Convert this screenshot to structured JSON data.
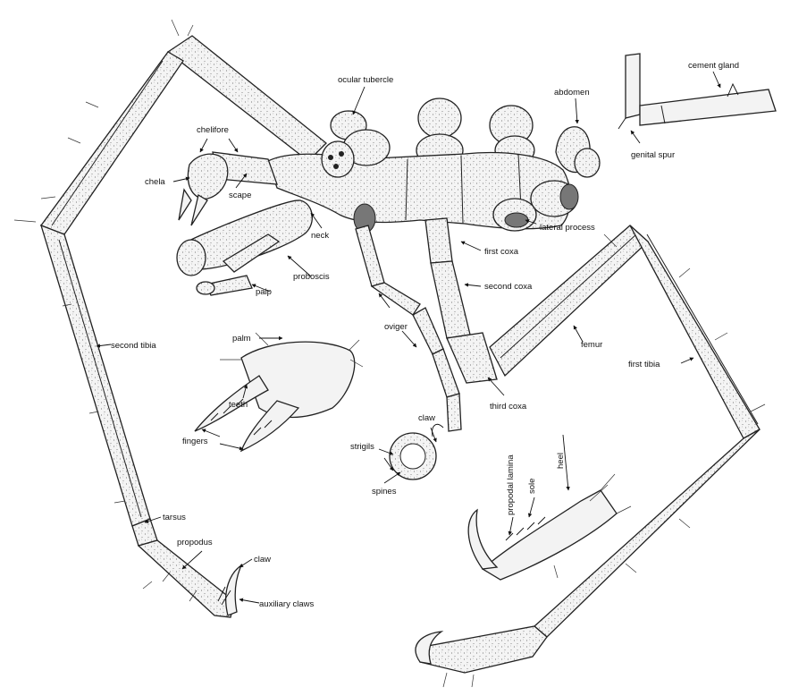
{
  "figure": {
    "labels": {
      "ocular_tubercle": "ocular tubercle",
      "abdomen": "abdomen",
      "cement_gland": "cement gland",
      "genital_spur": "genital spur",
      "chelifore": "chelifore",
      "chela": "chela",
      "scape": "scape",
      "lateral_process": "lateral process",
      "neck": "neck",
      "first_coxa": "first coxa",
      "proboscis": "proboscis",
      "palp": "palp",
      "second_coxa": "second coxa",
      "oviger": "oviger",
      "femur": "femur",
      "second_tibia": "second tibia",
      "palm": "palm",
      "first_tibia": "first tibia",
      "third_coxa": "third coxa",
      "teeth": "teeth",
      "fingers": "fingers",
      "claw_oviger": "claw",
      "strigils": "strigils",
      "spines": "spines",
      "propodal_lamina": "propodal lamina",
      "sole": "sole",
      "heel": "heel",
      "tarsus": "tarsus",
      "propodus": "propodus",
      "claw_leg": "claw",
      "auxiliary_claws": "auxiliary claws"
    }
  }
}
